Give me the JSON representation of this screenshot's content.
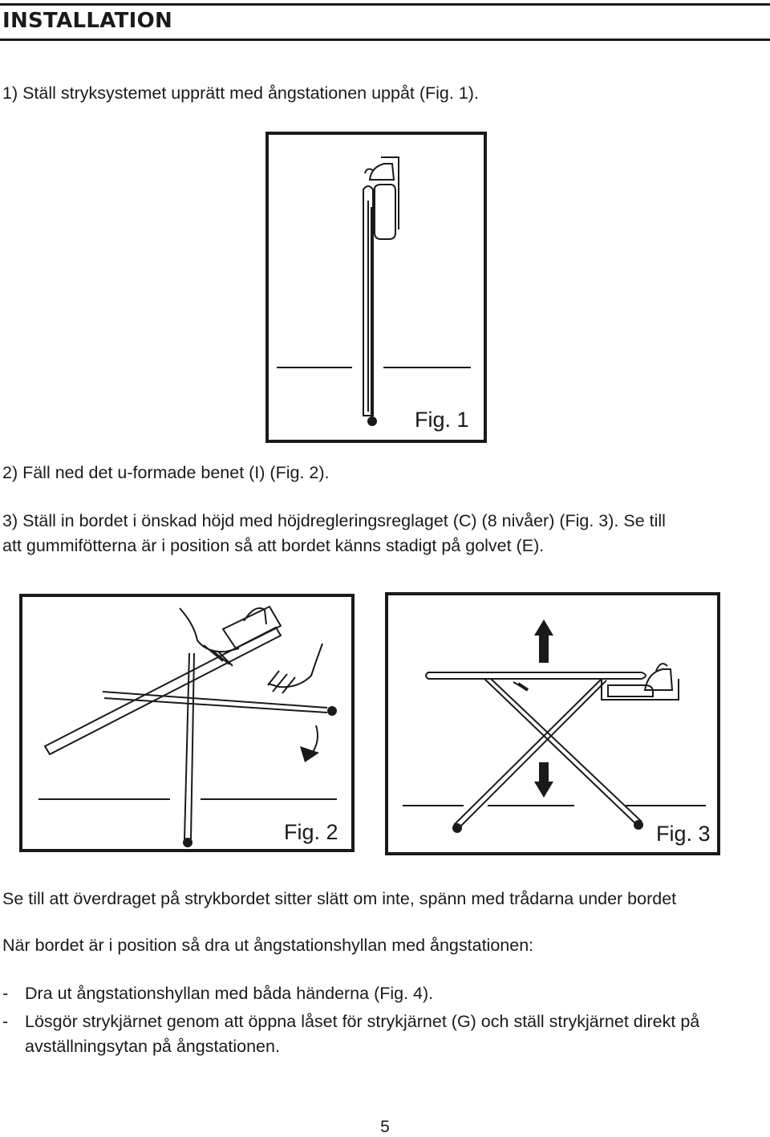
{
  "header": {
    "title": "INSTALLATION"
  },
  "steps": {
    "step1": "1) Ställ stryksystemet upprätt med ångstationen uppåt (Fig. 1).",
    "step2": "2)  Fäll ned det u-formade benet (I) (Fig. 2).",
    "step3_line1": "3)  Ställ in bordet i önskad höjd med höjdregleringsreglaget (C) (8 nivåer) (Fig. 3). Se till",
    "step3_line2": "att gummifötterna är i position så att bordet känns stadigt på golvet (E)."
  },
  "figures": {
    "fig1": "Fig. 1",
    "fig2": "Fig. 2",
    "fig3": "Fig. 3"
  },
  "notes": {
    "cover": "Se till att överdraget på strykbordet sitter slätt om inte, spänn med trådarna under bordet",
    "shelf": "När bordet är i position så dra ut ångstationshyllan med ångstationen:"
  },
  "bullets": [
    {
      "dash": "-",
      "text": "Dra ut ångstationshyllan med båda händerna (Fig. 4)."
    },
    {
      "dash": "-",
      "text": "Lösgör strykjärnet genom att öppna låset för strykjärnet (G) och ställ strykjärnet direkt på avställningsytan på ångstationen."
    }
  ],
  "footer": {
    "page_number": "5"
  }
}
